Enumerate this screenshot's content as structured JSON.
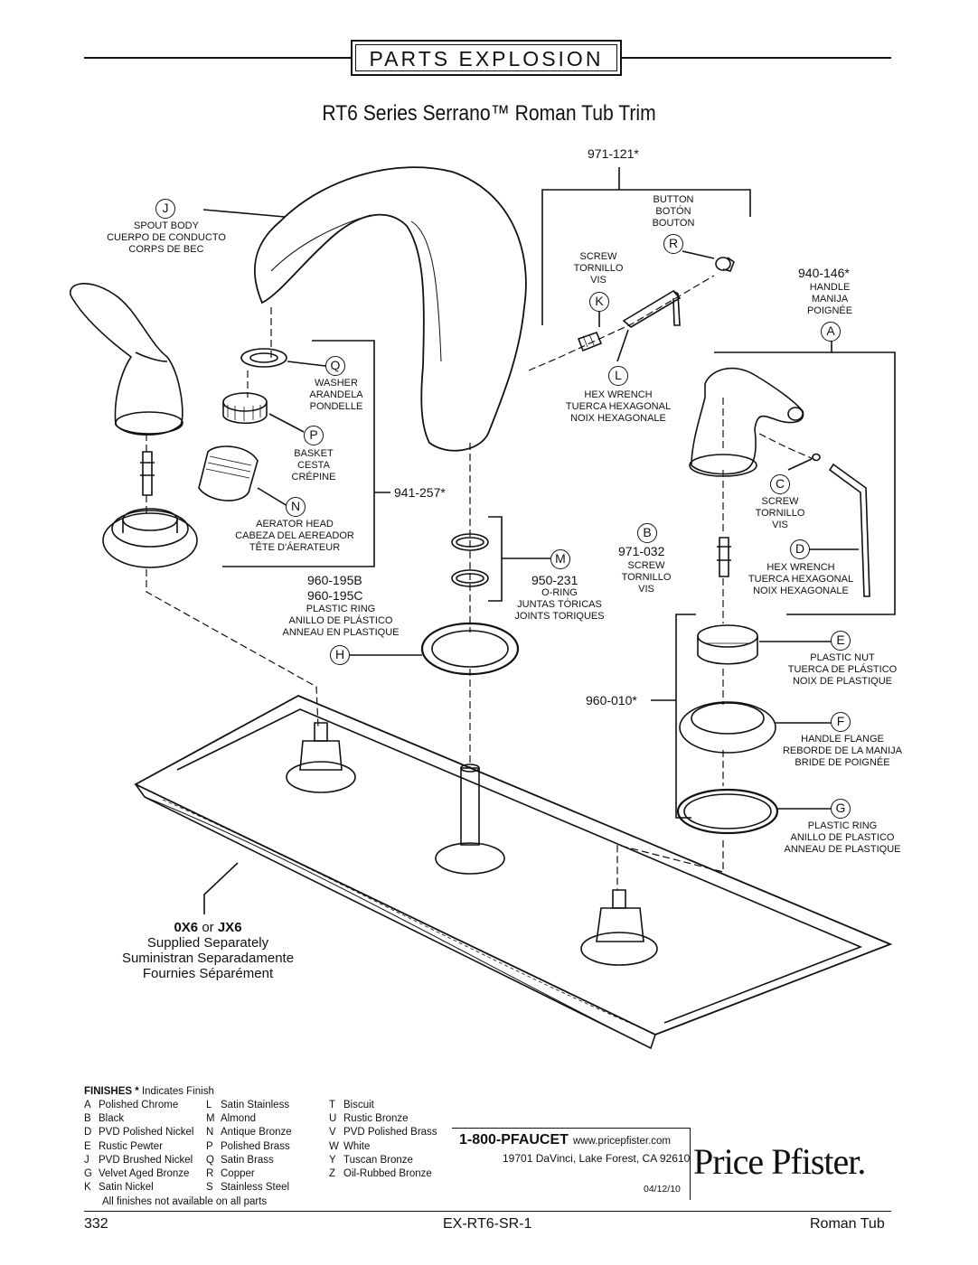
{
  "header": {
    "section": "PARTS EXPLOSION"
  },
  "title": "RT6 Series Serrano™ Roman Tub Trim",
  "parts": {
    "J": {
      "letter": "J",
      "lines": [
        "SPOUT BODY",
        "CUERPO DE CONDUCTO",
        "CORPS DE BEC"
      ]
    },
    "Q": {
      "letter": "Q",
      "lines": [
        "WASHER",
        "ARANDELA",
        "PONDELLE"
      ]
    },
    "P": {
      "letter": "P",
      "lines": [
        "BASKET",
        "CESTA",
        "CRÉPINE"
      ]
    },
    "N": {
      "letter": "N",
      "lines": [
        "AERATOR HEAD",
        "CABEZA DEL AEREADOR",
        "TÊTE D'ÁERATEUR"
      ]
    },
    "R": {
      "letter": "R",
      "lines": [
        "BUTTON",
        "BOTÓN",
        "BOUTON"
      ]
    },
    "K": {
      "letter": "K",
      "lines": [
        "SCREW",
        "TORNILLO",
        "VIS"
      ]
    },
    "L": {
      "letter": "L",
      "lines": [
        "HEX WRENCH",
        "TUERCA HEXAGONAL",
        "NOIX HEXAGONALE"
      ]
    },
    "A": {
      "letter": "A",
      "lines": [
        "HANDLE",
        "MANIJA",
        "POIGNÉE"
      ]
    },
    "C": {
      "letter": "C",
      "lines": [
        "SCREW",
        "TORNILLO",
        "VIS"
      ]
    },
    "D": {
      "letter": "D",
      "lines": [
        "HEX WRENCH",
        "TUERCA HEXAGONAL",
        "NOIX HEXAGONALE"
      ]
    },
    "B": {
      "letter": "B",
      "lines": [
        "SCREW",
        "TORNILLO",
        "VIS"
      ]
    },
    "M": {
      "letter": "M",
      "lines": [
        "O-RING",
        "JUNTAS TÓRICAS",
        "JOINTS TORIQUES"
      ]
    },
    "H": {
      "letter": "H",
      "lines": [
        "PLASTIC RING",
        "ANILLO DE PLÁSTICO",
        "ANNEAU EN PLASTIQUE"
      ]
    },
    "E": {
      "letter": "E",
      "lines": [
        "PLASTIC NUT",
        "TUERCA DE PLÁSTICO",
        "NOIX DE PLASTIQUE"
      ]
    },
    "F": {
      "letter": "F",
      "lines": [
        "HANDLE FLANGE",
        "REBORDE DE LA MANIJA",
        "BRIDE DE POIGNÉE"
      ]
    },
    "G": {
      "letter": "G",
      "lines": [
        "PLASTIC RING",
        "ANILLO DE PLASTICO",
        "ANNEAU DE PLASTIQUE"
      ]
    }
  },
  "part_numbers": {
    "button_kit": "971-121*",
    "handle": "940-146*",
    "aerator_kit": "941-257*",
    "screw_b": "971-032",
    "oring": "950-231",
    "ring_b": "960-195B",
    "ring_c": "960-195C",
    "flange_kit": "960-010*"
  },
  "supplied": {
    "models_a": "0X6",
    "models_or": " or ",
    "models_b": "JX6",
    "en": "Supplied Separately",
    "es": "Suministran Separadamente",
    "fr": "Fournies Séparément"
  },
  "finishes": {
    "title": "FINISHES",
    "star": "*",
    "subtitle": "Indicates Finish",
    "col1": [
      {
        "code": "A",
        "name": "Polished Chrome"
      },
      {
        "code": "B",
        "name": "Black"
      },
      {
        "code": "D",
        "name": "PVD Polished Nickel"
      },
      {
        "code": "E",
        "name": "Rustic Pewter"
      },
      {
        "code": "J",
        "name": "PVD Brushed Nickel"
      },
      {
        "code": "G",
        "name": "Velvet Aged Bronze"
      },
      {
        "code": "K",
        "name": "Satin Nickel"
      }
    ],
    "col2": [
      {
        "code": "L",
        "name": "Satin Stainless"
      },
      {
        "code": "M",
        "name": "Almond"
      },
      {
        "code": "N",
        "name": "Antique Bronze"
      },
      {
        "code": "P",
        "name": "Polished Brass"
      },
      {
        "code": "Q",
        "name": "Satin Brass"
      },
      {
        "code": "R",
        "name": "Copper"
      },
      {
        "code": "S",
        "name": "Stainless Steel"
      }
    ],
    "col3": [
      {
        "code": "T",
        "name": "Biscuit"
      },
      {
        "code": "U",
        "name": "Rustic Bronze"
      },
      {
        "code": "V",
        "name": "PVD Polished Brass"
      },
      {
        "code": "W",
        "name": "White"
      },
      {
        "code": "Y",
        "name": "Tuscan Bronze"
      },
      {
        "code": "Z",
        "name": "Oil-Rubbed Bronze"
      }
    ],
    "note": "All finishes not available on all parts"
  },
  "contact": {
    "phone": "1-800-PFAUCET",
    "web": "www.pricepfister.com",
    "address": "19701 DaVinci, Lake Forest, CA  92610",
    "date": "04/12/10"
  },
  "brand": "Price Pfister.",
  "footer": {
    "page": "332",
    "doc": "EX-RT6-SR-1",
    "category": "Roman Tub"
  }
}
